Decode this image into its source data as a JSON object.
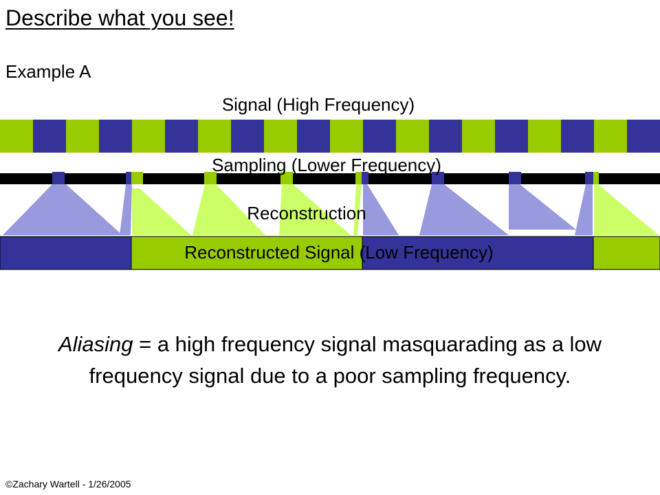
{
  "slide": {
    "title": "Describe what you see!",
    "example_label": "Example A",
    "footer": "©Zachary Wartell - 1/26/2005"
  },
  "diagram": {
    "signal_label": "Signal (High Frequency)",
    "sampling_label": "Sampling (Lower Frequency)",
    "reconstruction_label": "Reconstruction",
    "reconstructed_label": "Reconstructed Signal (Low Frequency)",
    "colors": {
      "green": "#99cc00",
      "blue": "#333399",
      "blue_light": "#9999dd",
      "green_light": "#ccff66",
      "sample_bar": "#000000"
    },
    "signal_stripes": [
      "green",
      "blue",
      "green",
      "blue",
      "green",
      "blue",
      "green",
      "blue",
      "green",
      "blue",
      "green",
      "blue",
      "green",
      "blue",
      "green",
      "blue",
      "green",
      "blue",
      "green",
      "blue"
    ],
    "samples": [
      "blue",
      "green",
      "green",
      "green",
      "blue",
      "blue",
      "blue",
      "blue"
    ],
    "reconstructed_segments": [
      "blue",
      "green",
      "blue",
      "green"
    ]
  },
  "definition": {
    "term": "Aliasing",
    "text": " = a high frequency signal masquarading as a low frequency signal due to a poor sampling frequency."
  }
}
